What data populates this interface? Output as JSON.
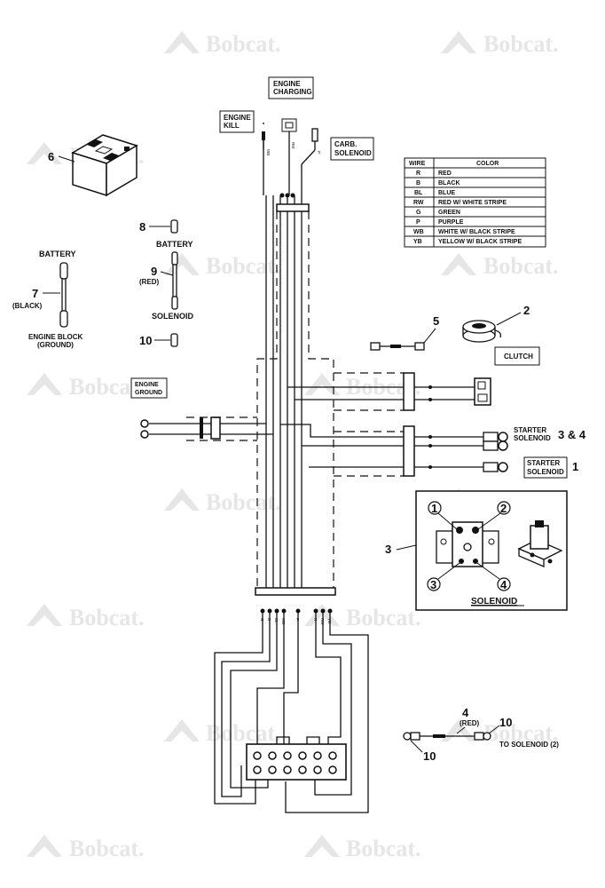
{
  "watermark": {
    "brand": "Bobcat."
  },
  "labels": {
    "engine_charging": [
      "ENGINE",
      "CHARGING"
    ],
    "engine_kill": [
      "ENGINE",
      "KILL"
    ],
    "carb_solenoid": [
      "CARB.",
      "SOLENOID"
    ],
    "engine_ground": [
      "ENGINE",
      "GROUND"
    ],
    "clutch": "CLUTCH",
    "starter_solenoid": [
      "STARTER",
      "SOLENOID"
    ],
    "starter_solenoid_box": [
      "STARTER",
      "SOLENOID"
    ],
    "battery_top": "BATTERY",
    "battery_left": "BATTERY",
    "black": "(BLACK)",
    "red": "(RED)",
    "solenoid_cable": "SOLENOID",
    "engine_block": [
      "ENGINE BLOCK",
      "(GROUND)"
    ],
    "solenoid_detail": "SOLENOID",
    "to_solenoid": "TO SOLENOID (2)",
    "red_small": "(RED)"
  },
  "callouts": {
    "n1": "1",
    "n2": "2",
    "n3": "3",
    "n34": "3 & 4",
    "n4": "4",
    "n5": "5",
    "n6": "6",
    "n7": "7",
    "n8": "8",
    "n9": "9",
    "n10a": "10",
    "n10b": "10",
    "n10c": "10",
    "s1": "1",
    "s2": "2",
    "s3": "3",
    "s4": "4"
  },
  "wire_table": {
    "headers": [
      "WIRE",
      "COLOR"
    ],
    "rows": [
      {
        "code": "R",
        "color": "RED"
      },
      {
        "code": "B",
        "color": "BLACK"
      },
      {
        "code": "BL",
        "color": "BLUE"
      },
      {
        "code": "RW",
        "color": "RED W/ WHITE STRIPE"
      },
      {
        "code": "G",
        "color": "GREEN"
      },
      {
        "code": "P",
        "color": "PURPLE"
      },
      {
        "code": "WB",
        "color": "WHITE W/ BLACK STRIPE"
      },
      {
        "code": "YB",
        "color": "YELLOW W/ BLACK STRIPE"
      }
    ]
  },
  "wire_codes_bottom": [
    "G",
    "B",
    "BL",
    "WB",
    "P",
    "R",
    "RW",
    "YB"
  ],
  "wire_codes_top": [
    "WB",
    "RW",
    "P"
  ],
  "colors": {
    "line": "#111111",
    "watermark": "#e6e6e6",
    "background": "#ffffff"
  }
}
